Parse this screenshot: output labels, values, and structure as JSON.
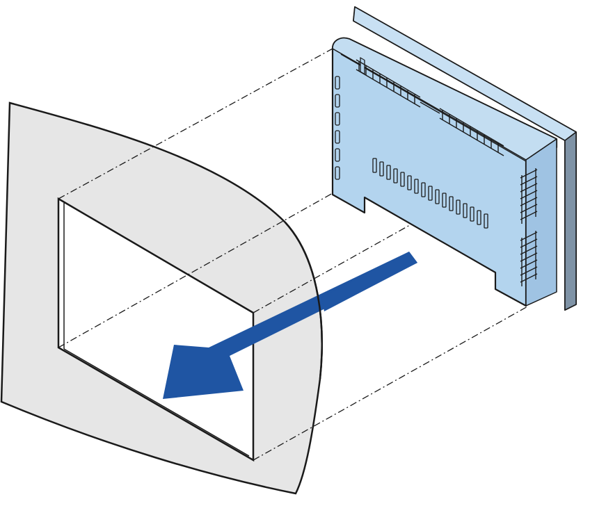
{
  "figure": {
    "description_text": "",
    "colors": {
      "panel_fill": "#e6e6e6",
      "device_fill": "#b3d4ee",
      "device_back": "#7f93a6",
      "arrow": "#1f55a3",
      "outline": "#1a1a1a",
      "cutout": "#ffffff"
    },
    "icons": [
      "mounting-panel",
      "panel-cutout",
      "hmi-device",
      "insertion-arrow",
      "alignment-guides"
    ]
  }
}
